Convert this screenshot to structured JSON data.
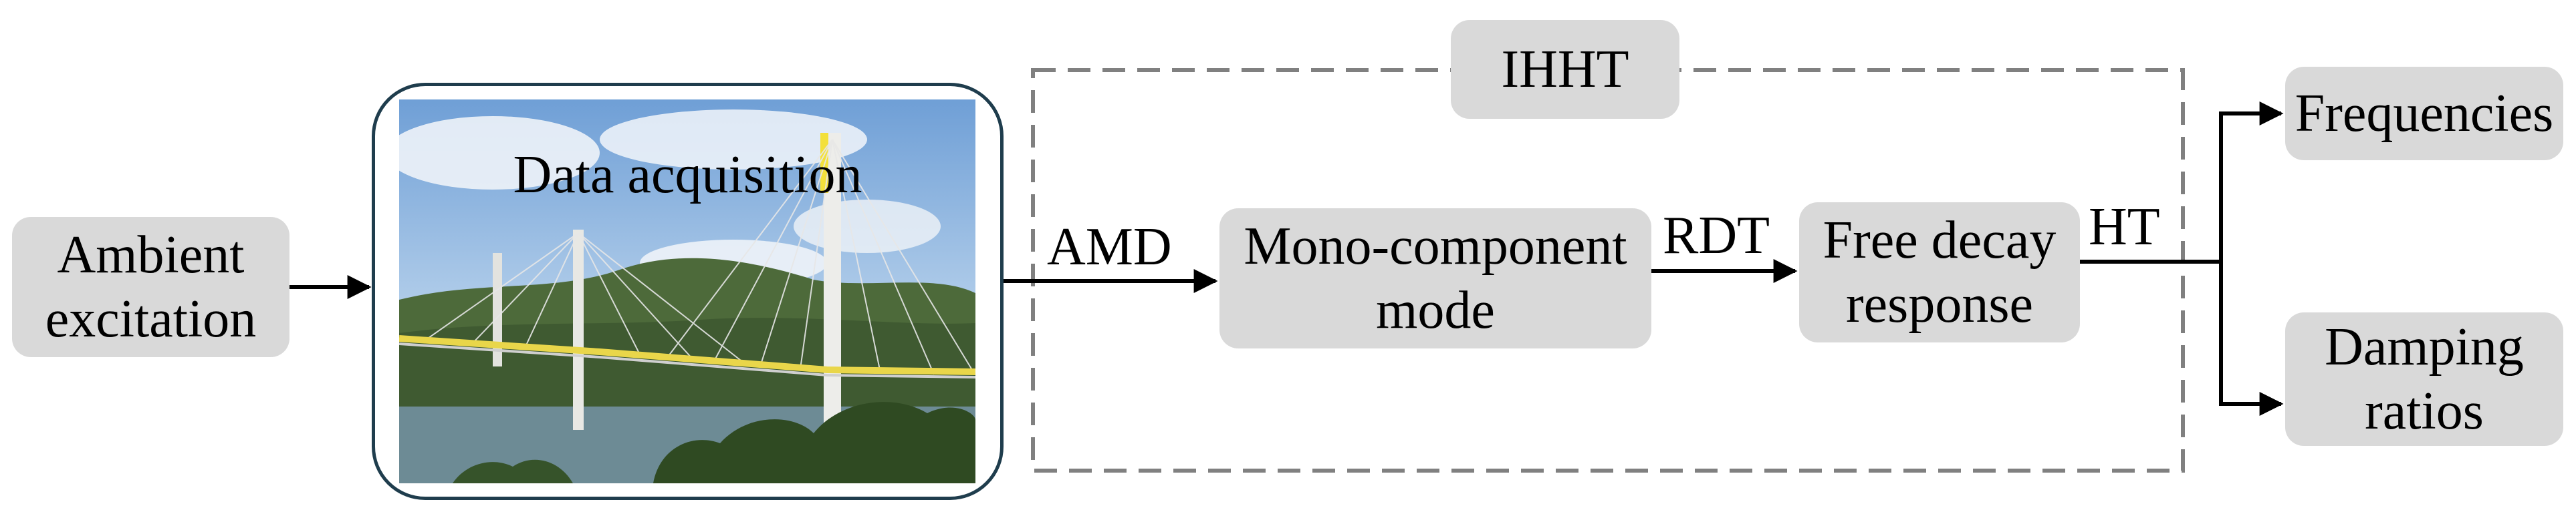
{
  "diagram": {
    "ambient": {
      "line1": "Ambient",
      "line2": "excitation"
    },
    "data_acquisition": {
      "title": "Data acquisition"
    },
    "ihht": {
      "label": "IHHT"
    },
    "mono": {
      "line1": "Mono-component",
      "line2": "mode"
    },
    "free_decay": {
      "line1": "Free decay",
      "line2": "response"
    },
    "frequencies": {
      "label": "Frequencies"
    },
    "damping": {
      "line1": "Damping",
      "line2": "ratios"
    },
    "edges": {
      "amd": "AMD",
      "rdt": "RDT",
      "ht": "HT"
    }
  },
  "colors": {
    "box_fill": "#d9d9d9",
    "dashed_border": "#808080",
    "photo_frame": "#1f3d4d",
    "arrow": "#000000"
  }
}
